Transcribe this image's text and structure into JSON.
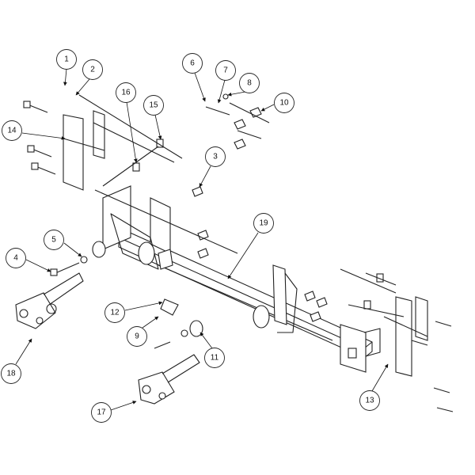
{
  "diagram": {
    "title": "Exploded parts diagram - tow bar mounting bracket",
    "callouts": [
      "1",
      "2",
      "3",
      "4",
      "5",
      "6",
      "7",
      "8",
      "9",
      "10",
      "11",
      "12",
      "13",
      "14",
      "15",
      "16",
      "17",
      "18",
      "19"
    ]
  }
}
